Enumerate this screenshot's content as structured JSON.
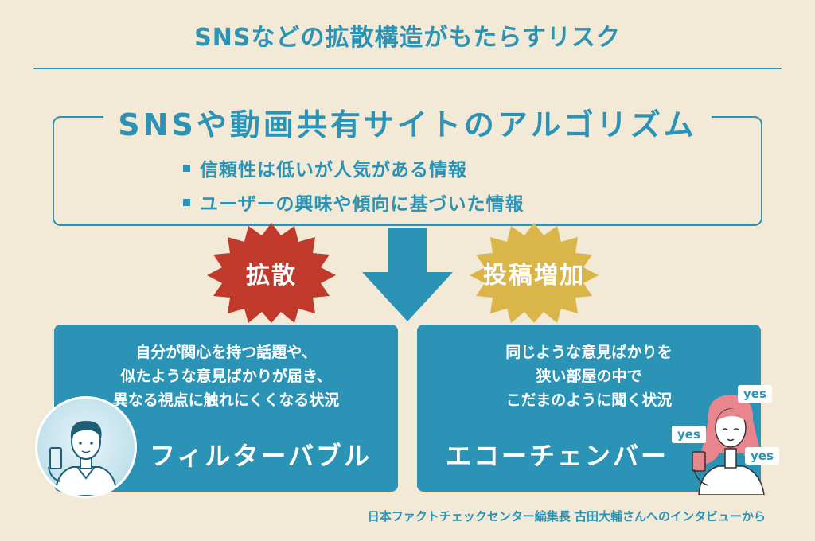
{
  "title": "SNSなどの拡散構造がもたらすリスク",
  "algorithm": {
    "heading": "SNSや動画共有サイトのアルゴリズム",
    "bullets": [
      "信頼性は低いが人気がある情報",
      "ユーザーの興味や傾向に基づいた情報"
    ]
  },
  "badges": {
    "spread": "拡散",
    "post_increase": "投稿増加"
  },
  "filter_bubble": {
    "desc_lines": [
      "自分が関心を持つ話題や、",
      "似たような意見ばかりが届き、",
      "異なる視点に触れにくくなる状況"
    ],
    "name": "フィルターバブル"
  },
  "echo_chamber": {
    "desc_lines": [
      "同じような意見ばかりを",
      "狭い部屋の中で",
      "こだまのように聞く状況"
    ],
    "name": "エコーチェンバー",
    "yes_tags": [
      "yes",
      "yes",
      "yes"
    ]
  },
  "source": "日本ファクトチェックセンター編集長 古田大輔さんへのインタビューから",
  "colors": {
    "background": "#f2ead6",
    "accent_blue": "#2b93b5",
    "badge_red": "#c0392b",
    "badge_gold": "#d9b54a"
  },
  "icons": {
    "arrow": "down-arrow-icon",
    "man": "man-with-phone-icon",
    "woman": "woman-with-phone-icon"
  }
}
